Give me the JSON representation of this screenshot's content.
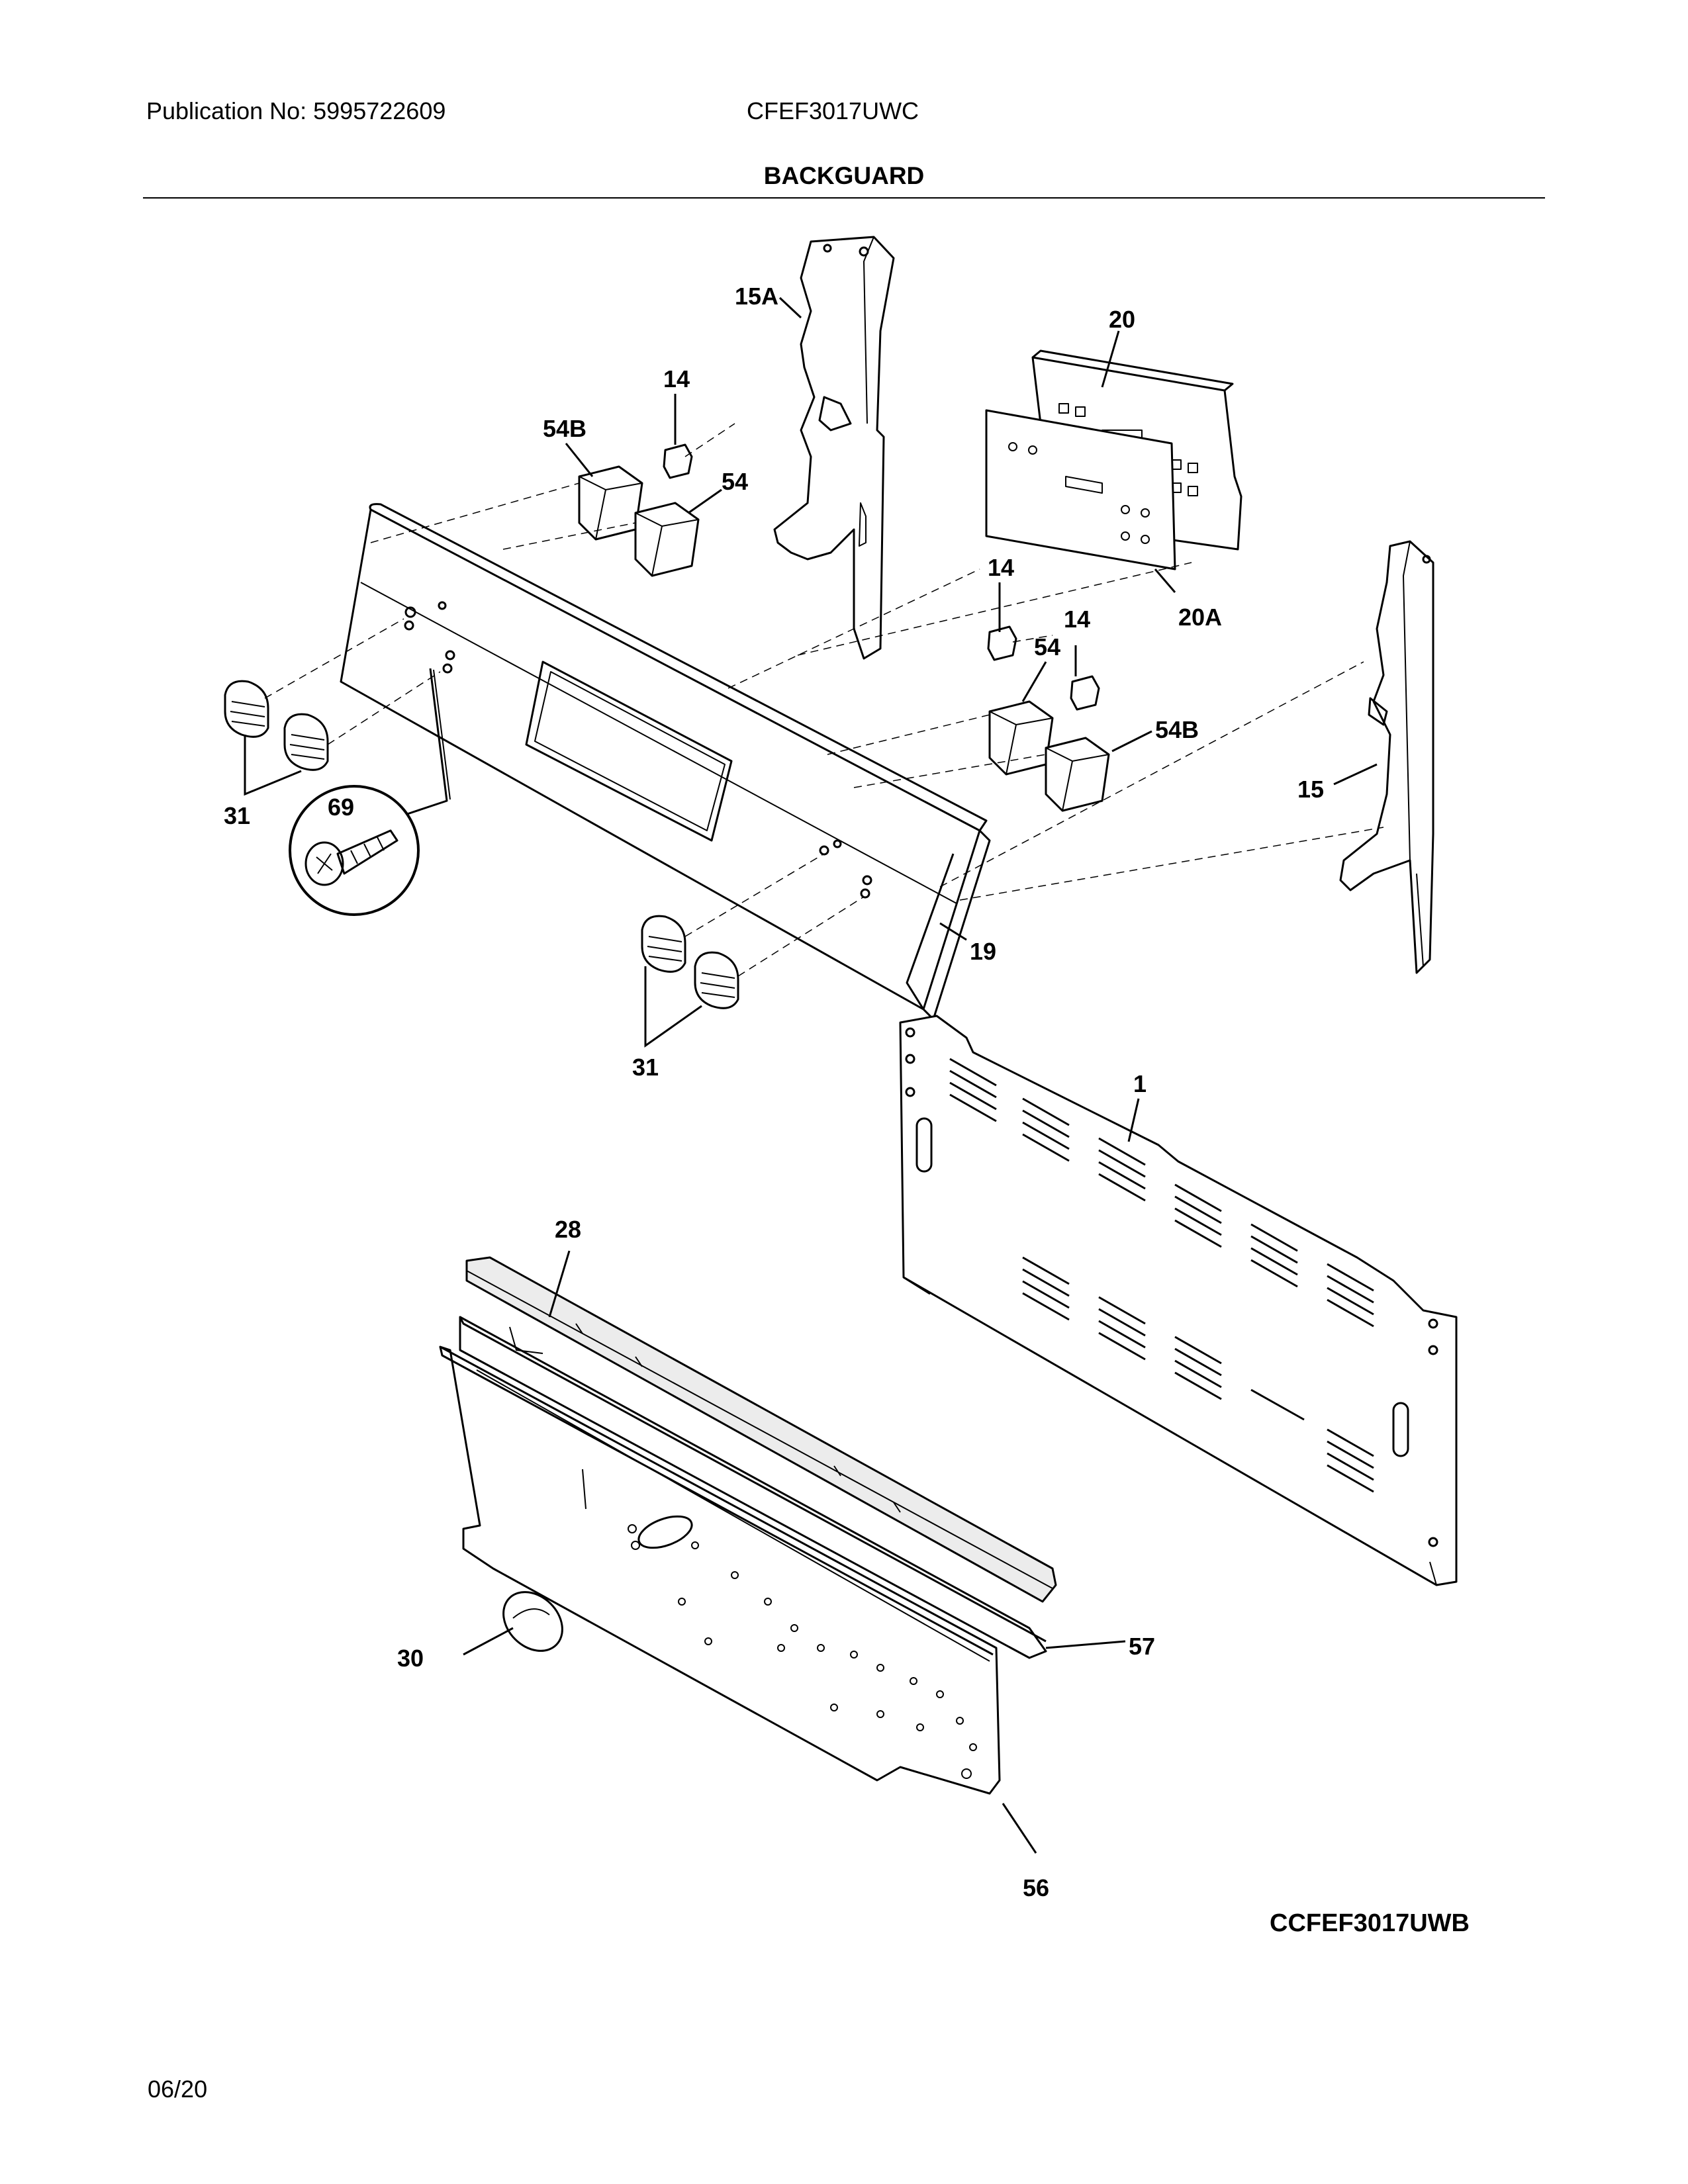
{
  "header": {
    "publication": "Publication No: 5995722609",
    "model": "CFEF3017UWC"
  },
  "title": "BACKGUARD",
  "callouts": {
    "c15A": "15A",
    "c20": "20",
    "c14a": "14",
    "c54Ba": "54B",
    "c54a": "54",
    "c14b": "14",
    "c14c": "14",
    "c54b": "54",
    "c20A": "20A",
    "c54Bb": "54B",
    "c15": "15",
    "c31a": "31",
    "c69": "69",
    "c19": "19",
    "c31b": "31",
    "c1": "1",
    "c28": "28",
    "c30": "30",
    "c57": "57",
    "c56": "56"
  },
  "footer": {
    "diagram_id": "CCFEF3017UWB",
    "date": "06/20"
  }
}
